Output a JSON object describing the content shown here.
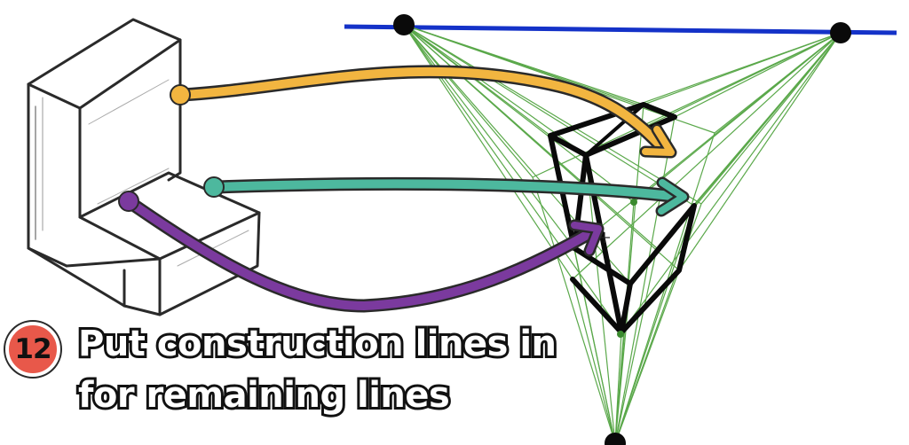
{
  "step": {
    "number": "12",
    "lines": [
      "Put construction lines in",
      "for remaining lines"
    ]
  },
  "colors": {
    "horizon": "#1432c8",
    "construction": "#5aa84a",
    "box": "#0a0a0a",
    "arrow_yellow": "#f2b540",
    "arrow_teal": "#4db89e",
    "arrow_purple": "#7b3a9e",
    "badge": "#e8584a"
  },
  "icons": {
    "vanishing_point": "black-dot-icon",
    "cursor": "crosshair-icon"
  }
}
